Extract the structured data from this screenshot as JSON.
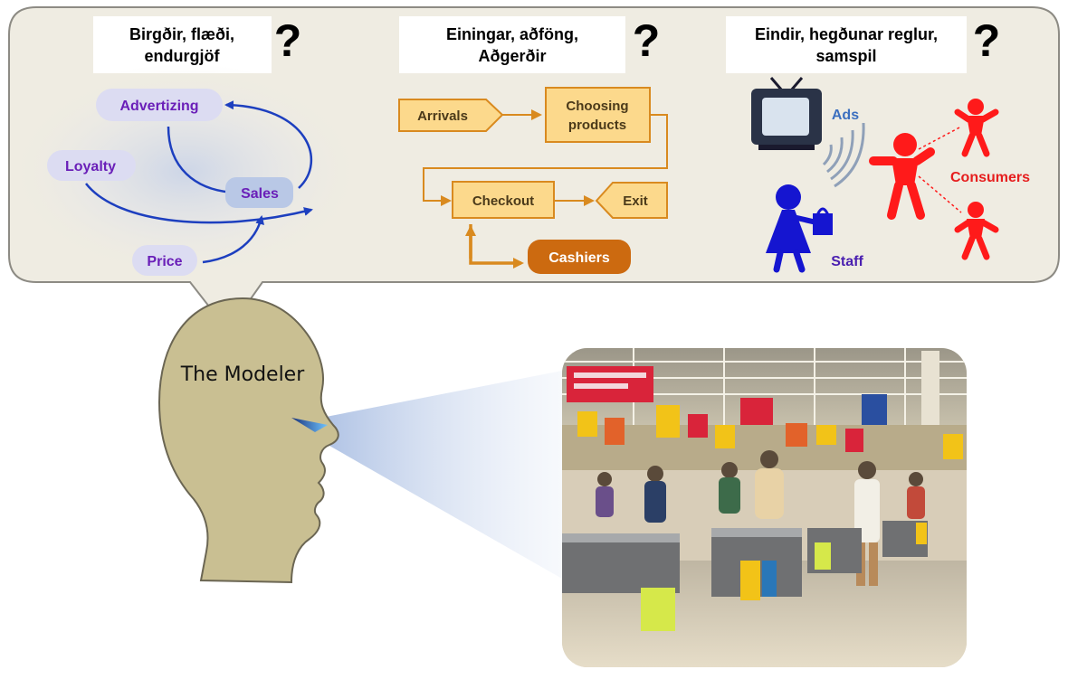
{
  "panels": [
    {
      "heading": [
        "Birgðir, flæði,",
        "endurgjöf"
      ],
      "mark": "?"
    },
    {
      "heading": [
        "Einingar, aðföng,",
        "Aðgerðir"
      ],
      "mark": "?"
    },
    {
      "heading": [
        "Eindir, hegðunar reglur,",
        "samspil"
      ],
      "mark": "?"
    }
  ],
  "system_dynamics": {
    "nodes": {
      "advertizing": "Advertizing",
      "loyalty": "Loyalty",
      "sales": "Sales",
      "price": "Price"
    },
    "color": "#6a1fb8",
    "arrow_color": "#1d3fbf"
  },
  "discrete_event": {
    "nodes": {
      "arrivals": "Arrivals",
      "choosing": [
        "Choosing",
        "products"
      ],
      "checkout": "Checkout",
      "exit": "Exit",
      "cashiers": "Cashiers"
    },
    "box_fill": "#fcd98c",
    "box_stroke": "#d98a1f",
    "cashiers_fill": "#cc6a10"
  },
  "agent_based": {
    "labels": {
      "ads": "Ads",
      "consumers": "Consumers",
      "staff": "Staff"
    },
    "consumer_color": "#ff1a1a",
    "staff_color": "#1515d0"
  },
  "modeler": {
    "label": "The Modeler",
    "head_color": "#c9bf92"
  },
  "bubble_fill": "#efece2"
}
